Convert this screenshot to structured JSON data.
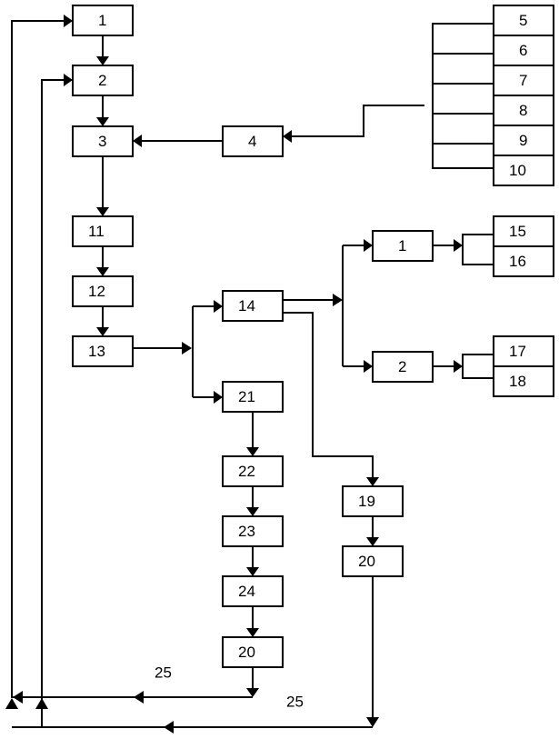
{
  "diagram": {
    "nodes": [
      {
        "id": "n1",
        "label": "1"
      },
      {
        "id": "n2",
        "label": "2"
      },
      {
        "id": "n3",
        "label": "3"
      },
      {
        "id": "n4",
        "label": "4"
      },
      {
        "id": "n5",
        "label": "5"
      },
      {
        "id": "n6",
        "label": "6"
      },
      {
        "id": "n7",
        "label": "7"
      },
      {
        "id": "n8",
        "label": "8"
      },
      {
        "id": "n9",
        "label": "9"
      },
      {
        "id": "n10",
        "label": "10"
      },
      {
        "id": "n11",
        "label": "11"
      },
      {
        "id": "n12",
        "label": "12"
      },
      {
        "id": "n13",
        "label": "13"
      },
      {
        "id": "n14",
        "label": "14"
      },
      {
        "id": "nb1",
        "label": "1"
      },
      {
        "id": "nb2",
        "label": "2"
      },
      {
        "id": "n15",
        "label": "15"
      },
      {
        "id": "n16",
        "label": "16"
      },
      {
        "id": "n17",
        "label": "17"
      },
      {
        "id": "n18",
        "label": "18"
      },
      {
        "id": "n19",
        "label": "19"
      },
      {
        "id": "n20r",
        "label": "20"
      },
      {
        "id": "n21",
        "label": "21"
      },
      {
        "id": "n22",
        "label": "22"
      },
      {
        "id": "n23",
        "label": "23"
      },
      {
        "id": "n24",
        "label": "24"
      },
      {
        "id": "n20l",
        "label": "20"
      }
    ],
    "edge_labels": [
      {
        "id": "el1",
        "label": "25"
      },
      {
        "id": "el2",
        "label": "25"
      }
    ],
    "edges": [
      {
        "from": "n1",
        "to": "n2"
      },
      {
        "from": "n2",
        "to": "n3"
      },
      {
        "from": "n4",
        "to": "n3"
      },
      {
        "from": "n5-n10",
        "to": "n4"
      },
      {
        "from": "n3",
        "to": "n11"
      },
      {
        "from": "n11",
        "to": "n12"
      },
      {
        "from": "n12",
        "to": "n13"
      },
      {
        "from": "n13",
        "to": "n14"
      },
      {
        "from": "n13",
        "to": "n21"
      },
      {
        "from": "n14",
        "to": "nb1"
      },
      {
        "from": "n14",
        "to": "nb2"
      },
      {
        "from": "nb1",
        "to": "n15-n16"
      },
      {
        "from": "nb2",
        "to": "n17-n18"
      },
      {
        "from": "n14",
        "to": "n19"
      },
      {
        "from": "n19",
        "to": "n20r"
      },
      {
        "from": "n21",
        "to": "n22"
      },
      {
        "from": "n22",
        "to": "n23"
      },
      {
        "from": "n23",
        "to": "n24"
      },
      {
        "from": "n24",
        "to": "n20l"
      },
      {
        "from": "n20l",
        "to": "n1",
        "label": "25"
      },
      {
        "from": "n20r",
        "to": "n2",
        "label": "25"
      }
    ]
  }
}
